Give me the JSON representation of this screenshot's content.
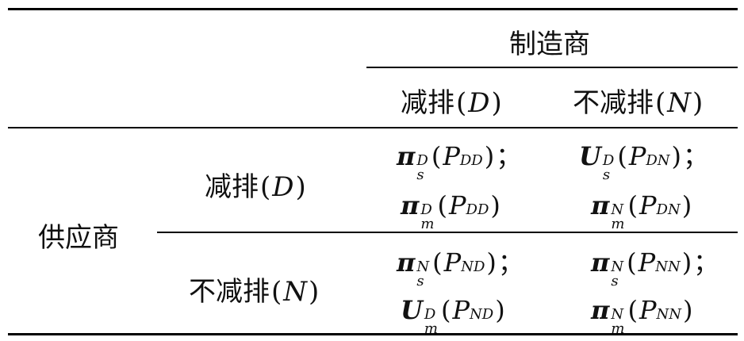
{
  "header": {
    "manufacturer": "制造商",
    "col_reduce": "减排",
    "col_reduce_code": "D",
    "col_noreduce": "不减排",
    "col_noreduce_code": "N"
  },
  "rows": {
    "supplier": "供应商",
    "row_reduce": "减排",
    "row_reduce_code": "D",
    "row_noreduce": "不减排",
    "row_noreduce_code": "N"
  },
  "cells": {
    "dd_1": {
      "sym": "π",
      "sup": "D",
      "sub": "s",
      "P": "P",
      "psub": "DD",
      "end": "；"
    },
    "dd_2": {
      "sym": "π",
      "sup": "D",
      "sub": "m",
      "P": "P",
      "psub": "DD",
      "end": ""
    },
    "dn_1": {
      "sym": "U",
      "sup": "D",
      "sub": "s",
      "P": "P",
      "psub": "DN",
      "end": "；"
    },
    "dn_2": {
      "sym": "π",
      "sup": "N",
      "sub": "m",
      "P": "P",
      "psub": "DN",
      "end": ""
    },
    "nd_1": {
      "sym": "π",
      "sup": "N",
      "sub": "s",
      "P": "P",
      "psub": "ND",
      "end": "；"
    },
    "nd_2": {
      "sym": "U",
      "sup": "D",
      "sub": "m",
      "P": "P",
      "psub": "ND",
      "end": ""
    },
    "nn_1": {
      "sym": "π",
      "sup": "N",
      "sub": "s",
      "P": "P",
      "psub": "NN",
      "end": "；"
    },
    "nn_2": {
      "sym": "π",
      "sup": "N",
      "sub": "m",
      "P": "P",
      "psub": "NN",
      "end": ""
    }
  }
}
